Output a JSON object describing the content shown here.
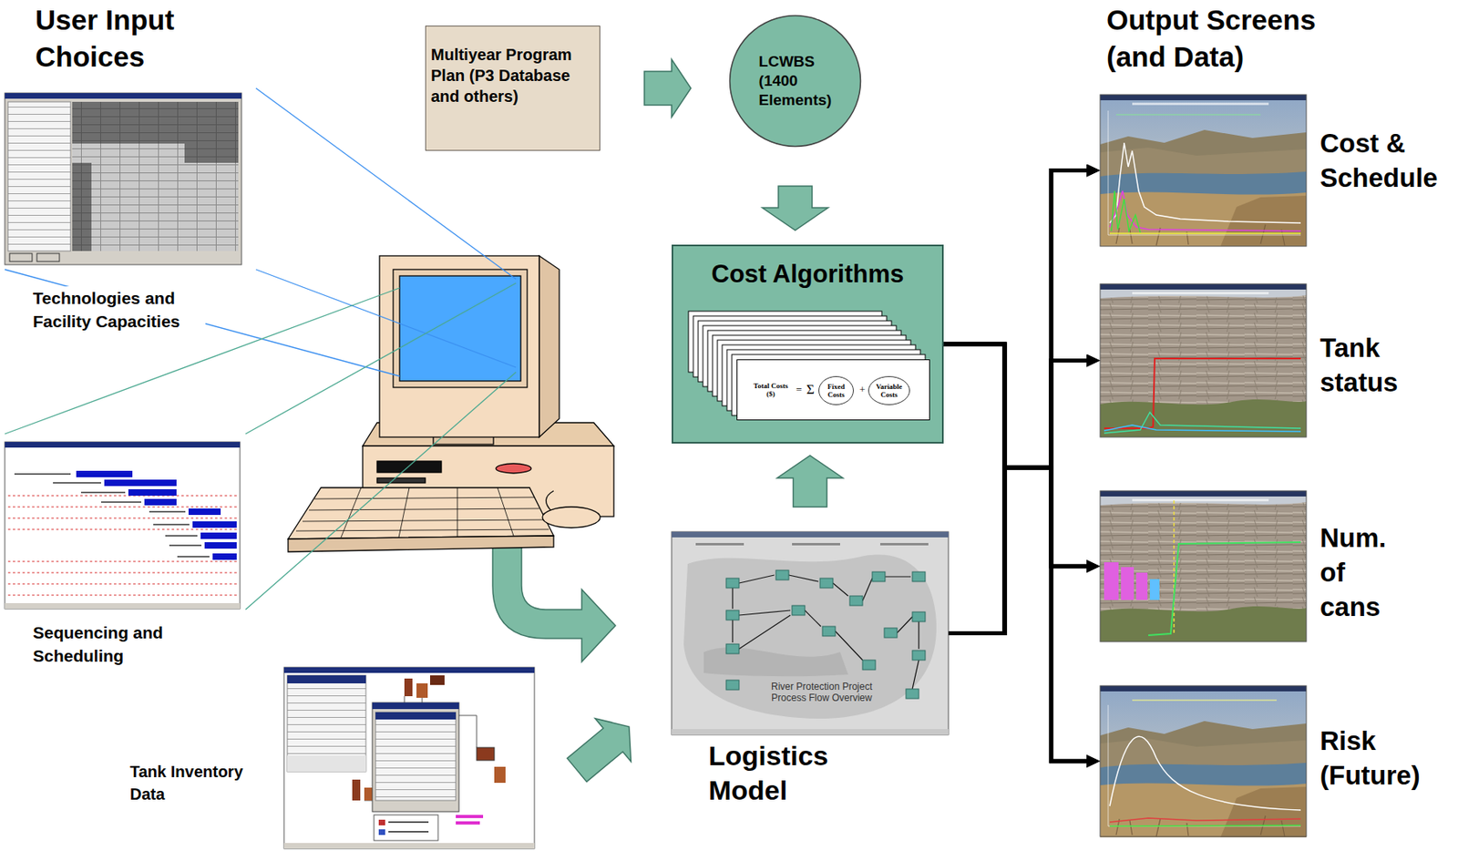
{
  "diagram": {
    "nodes": [
      {
        "text": [
          "Technologies and Facility Capacities"
        ]
      },
      {
        "text": [
          "Multiyear Program Plan (P3 Database and others)"
        ]
      },
      {
        "text": [
          "LCWBS (1400 Elements)"
        ]
      },
      {
        "text": [
          "Cost Algorithms"
        ]
      },
      {
        "text": [
          "Total Costs ($)"
        ],
        "in": 3
      },
      {
        "text": [
          "Fixed Costs"
        ],
        "in": 4
      },
      {
        "text": [
          "Variable Costs"
        ],
        "in": 4
      },
      {
        "text": [
          "Sequencing and Scheduling"
        ]
      },
      {
        "text": [
          "Logistics Model"
        ]
      },
      {
        "text": [
          "Tank Inventory Data"
        ]
      },
      {
        "text": [
          "Cost & Schedule"
        ]
      },
      {
        "text": [
          "Tank status"
        ]
      },
      {
        "text": [
          "Num. of cans"
        ]
      },
      {
        "text": [
          "Risk (Future)"
        ]
      }
    ],
    "edges": [
      {
        "from": 1,
        "to": 2,
        "arrow": "to"
      },
      {
        "from": 2,
        "to": 3,
        "arrow": "to"
      },
      {
        "from": 8,
        "to": 3,
        "arrow": "to"
      },
      {
        "from": 9,
        "to": 8,
        "arrow": "to"
      },
      {
        "from": 3,
        "to": 10,
        "arrow": "to"
      },
      {
        "from": 3,
        "to": 11,
        "arrow": "to"
      },
      {
        "from": 3,
        "to": 12,
        "arrow": "to"
      },
      {
        "from": 3,
        "to": 13,
        "arrow": "to"
      },
      {
        "from": 8,
        "to": 10,
        "arrow": "to"
      },
      {
        "from": 8,
        "to": 11,
        "arrow": "to"
      },
      {
        "from": 8,
        "to": 12,
        "arrow": "to"
      },
      {
        "from": 8,
        "to": 13,
        "arrow": "to"
      }
    ],
    "labels": [
      "User Input Choices",
      "Output Screens (and Data)",
      "=",
      "Σ",
      "+",
      "River Protection Project Process Flow Overview"
    ]
  }
}
